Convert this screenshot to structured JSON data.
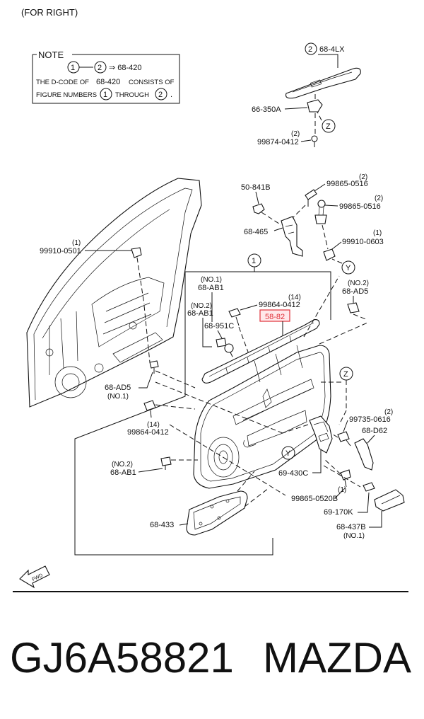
{
  "header": {
    "side": "(FOR RIGHT)"
  },
  "note": {
    "title": "NOTE",
    "circle_1": "1",
    "circle_2": "2",
    "arrow_target": "⇒ 68-420",
    "line2_a": "THE D-CODE OF",
    "line2_b": "68-420",
    "line2_c": "CONSISTS OF",
    "line3_a": "FIGURE NUMBERS",
    "line3_b": "THROUGH",
    "line3_c": "."
  },
  "callouts": {
    "c_68_4LX": "68-4LX",
    "c_68_4LX_circle": "2",
    "c_66_350A": "66-350A",
    "c_99874": "99874-0412",
    "c_99874_qty": "(2)",
    "c_Z_top": "Z",
    "c_50_841B": "50-841B",
    "c_99865_0516_a": "99865-0516",
    "c_99865_0516_a_qty": "(2)",
    "c_99865_0516_b": "99865-0516",
    "c_99865_0516_b_qty": "(2)",
    "c_68_465": "68-465",
    "c_99910_0603": "99910-0603",
    "c_99910_0603_qty": "(1)",
    "c_99910_0501": "99910-0501",
    "c_99910_0501_qty": "(1)",
    "c_circle_1": "1",
    "c_Y_top": "Y",
    "c_no2_68_AD5_qty": "(NO.2)",
    "c_68_AD5_a": "68-AD5",
    "c_no1_68_AB1_qty": "(NO.1)",
    "c_68_AB1_a": "68-AB1",
    "c_no2_68_AB1_qty": "(NO.2)",
    "c_68_AB1_b": "68-AB1",
    "c_99864_0412_a": "99864-0412",
    "c_99864_0412_a_qty": "(14)",
    "c_58_82": "58-82",
    "c_68_951C": "68-951C",
    "c_68_AD5_b": "68-AD5",
    "c_no1_68_AD5_b_qty": "(NO.1)",
    "c_Z_mid": "Z",
    "c_99864_0412_b": "99864-0412",
    "c_99864_0412_b_qty": "(14)",
    "c_99735_0616": "99735-0616",
    "c_99735_0616_qty": "(2)",
    "c_68_D62": "68-D62",
    "c_Y_mid": "Y",
    "c_no2_68_AB1_c_qty": "(NO.2)",
    "c_68_AB1_c": "68-AB1",
    "c_69_430C": "69-430C",
    "c_99865_0520B": "99865-0520B",
    "c_99865_0520B_qty": "(1)",
    "c_69_170K": "69-170K",
    "c_68_433": "68-433",
    "c_68_437B": "68-437B",
    "c_no1_68_437B_qty": "(NO.1)",
    "c_fwd": "FWD"
  },
  "caption": {
    "part_number": "GJ6A58821",
    "brand": "MAZDA"
  },
  "colors": {
    "highlight": "#e0313a",
    "ink": "#111111"
  }
}
